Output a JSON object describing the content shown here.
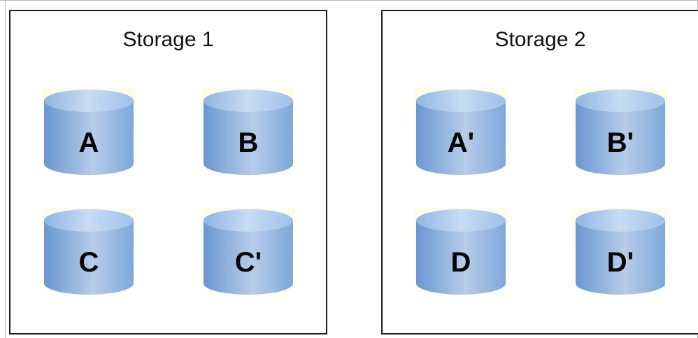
{
  "storages": [
    {
      "title": "Storage 1",
      "disks": [
        "A",
        "B",
        "C",
        "C'"
      ]
    },
    {
      "title": "Storage 2",
      "disks": [
        "A'",
        "B'",
        "D",
        "D'"
      ]
    }
  ],
  "colors": {
    "disk_body_light": "#c7daf2",
    "disk_body_dark": "#5f8fcb",
    "disk_top": "#a9c8ee",
    "border": "#202020",
    "background": "#ffffff"
  },
  "icons": {
    "disk": "database-cylinder-icon"
  }
}
